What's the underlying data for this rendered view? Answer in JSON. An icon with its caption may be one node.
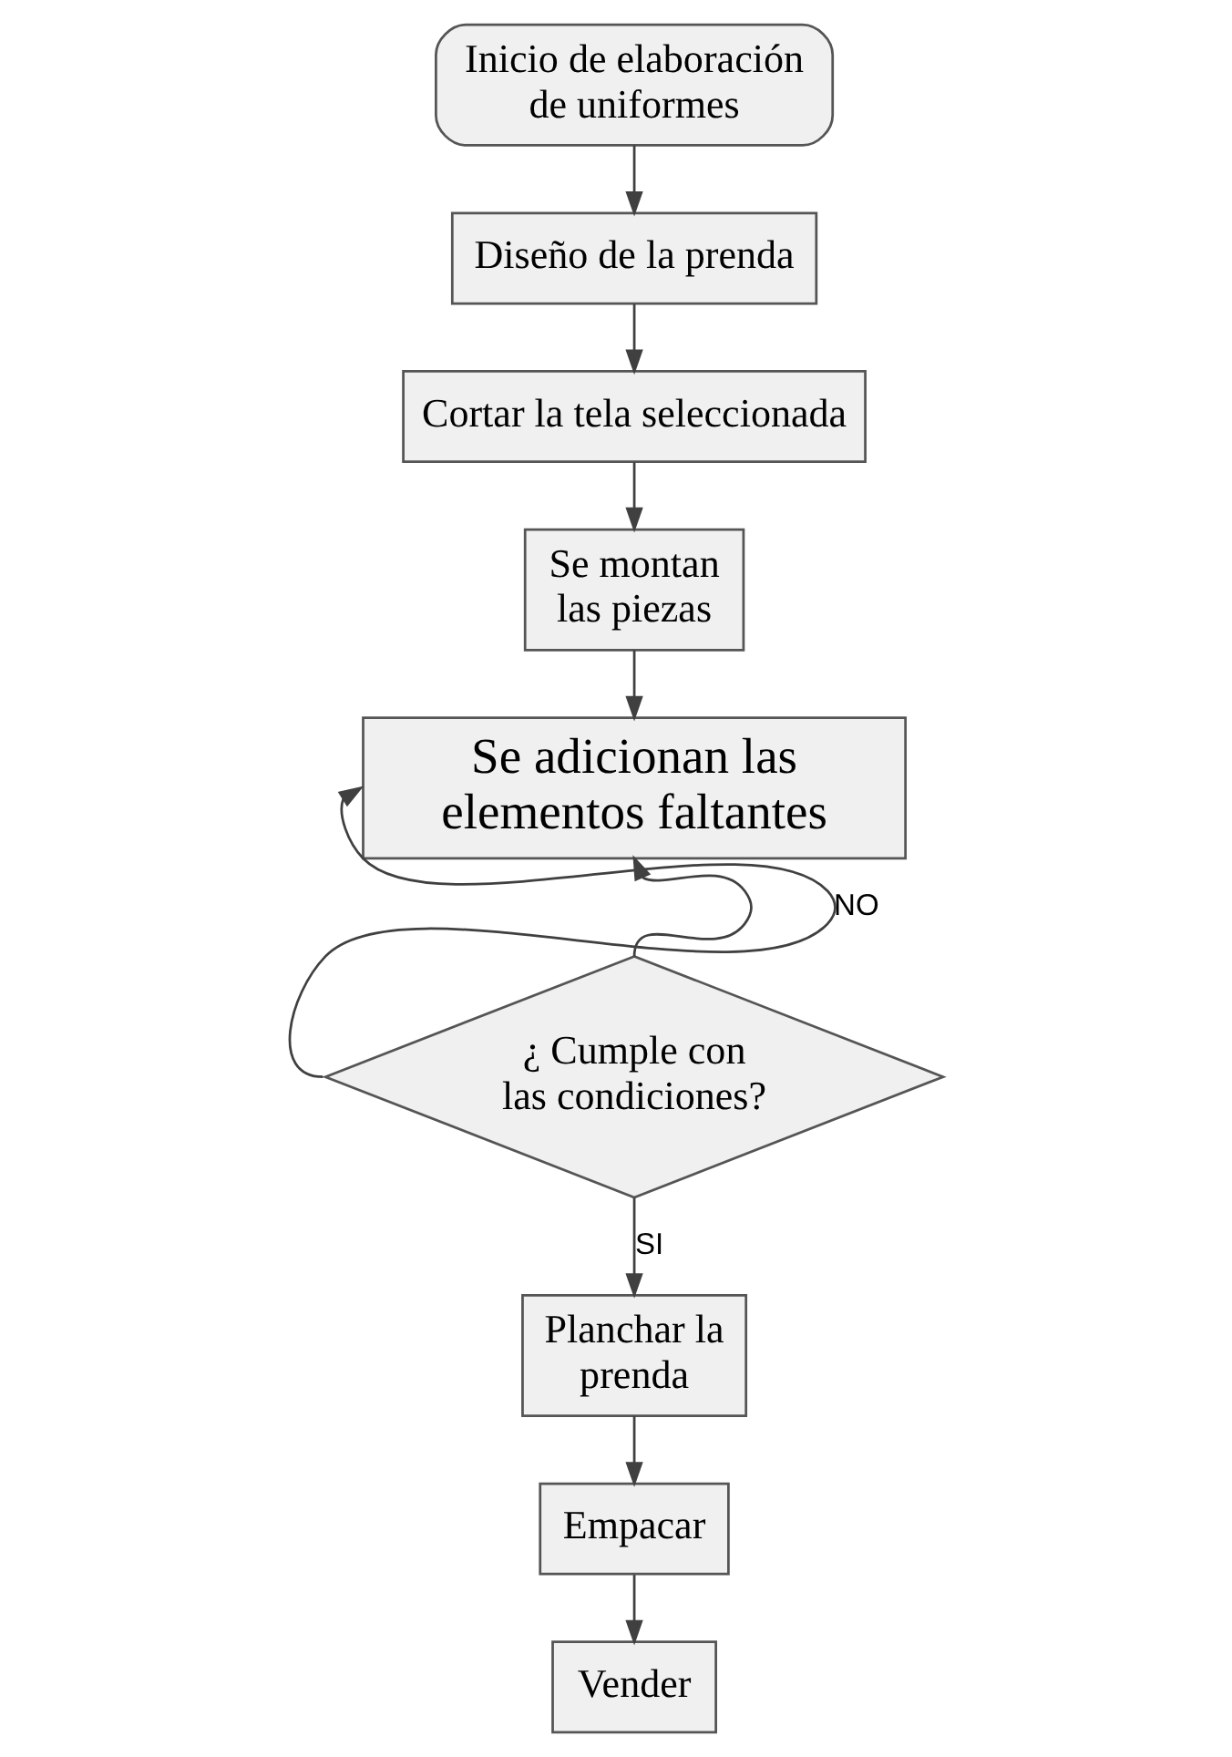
{
  "diagram": {
    "nodes": [
      {
        "text": [
          "Inicio de elaboración de uniformes"
        ]
      },
      {
        "text": [
          "Diseño de la prenda"
        ]
      },
      {
        "text": [
          "Cortar la tela seleccionada"
        ]
      },
      {
        "text": [
          "Se montan las piezas"
        ]
      },
      {
        "text": [
          "Se adicionan las elementos faltantes"
        ]
      },
      {
        "text": [
          "¿ Cumple con las condiciones?"
        ]
      },
      {
        "text": [
          "Planchar la prenda"
        ]
      },
      {
        "text": [
          "Empacar"
        ]
      },
      {
        "text": [
          "Vender"
        ]
      }
    ],
    "edges": [
      {
        "from": 0,
        "to": 1,
        "arrow": "to"
      },
      {
        "from": 1,
        "to": 2,
        "arrow": "to"
      },
      {
        "from": 2,
        "to": 3,
        "arrow": "to"
      },
      {
        "from": 3,
        "to": 4,
        "arrow": "to"
      },
      {
        "from": 5,
        "to": 4,
        "arrow": "to"
      },
      {
        "from": 5,
        "to": 4,
        "label": "NO",
        "arrow": "to"
      },
      {
        "from": 5,
        "to": 6,
        "label": "SI",
        "arrow": "to"
      },
      {
        "from": 6,
        "to": 7,
        "arrow": "to"
      },
      {
        "from": 7,
        "to": 8,
        "arrow": "to"
      }
    ]
  }
}
